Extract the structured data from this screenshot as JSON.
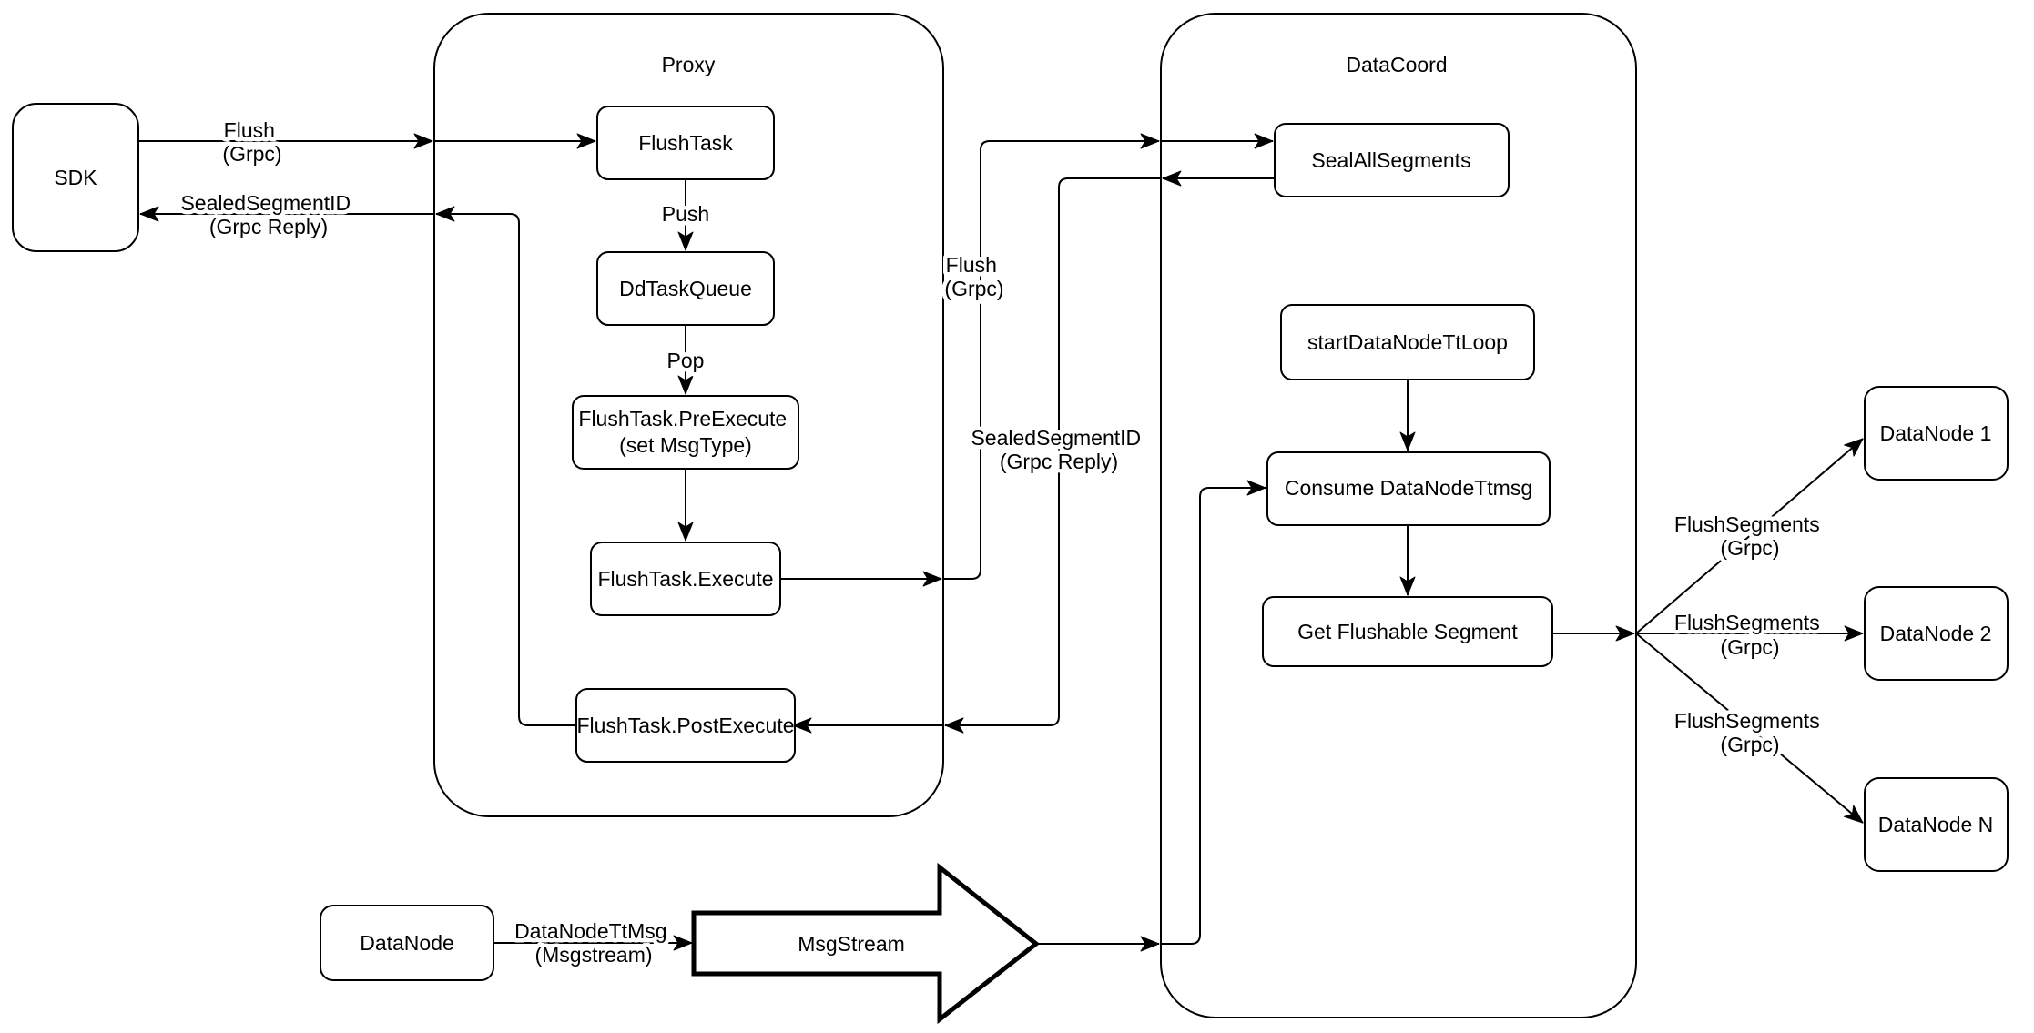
{
  "diagram": {
    "colors": {
      "stroke": "#000000",
      "background": "#ffffff",
      "text": "#000000"
    },
    "containers": {
      "proxy": {
        "title": "Proxy"
      },
      "datacoord": {
        "title": "DataCoord"
      }
    },
    "nodes": {
      "sdk": {
        "label": "SDK"
      },
      "flush_task": {
        "label": "FlushTask"
      },
      "dd_task_queue": {
        "label": "DdTaskQueue"
      },
      "flush_task_pre_execute": {
        "label_line1": "FlushTask.PreExecute",
        "label_line2": "(set MsgType)"
      },
      "flush_task_execute": {
        "label": "FlushTask.Execute"
      },
      "flush_task_post_execute": {
        "label": "FlushTask.PostExecute"
      },
      "seal_all_segments": {
        "label": "SealAllSegments"
      },
      "start_data_node_tt_loop": {
        "label": "startDataNodeTtLoop"
      },
      "consume_data_node_ttmsg": {
        "label": "Consume DataNodeTtmsg"
      },
      "get_flushable_segment": {
        "label": "Get Flushable Segment"
      },
      "datanode_1": {
        "label": "DataNode 1"
      },
      "datanode_2": {
        "label": "DataNode 2"
      },
      "datanode_n": {
        "label": "DataNode N"
      },
      "datanode_source": {
        "label": "DataNode"
      },
      "msgstream": {
        "label": "MsgStream"
      }
    },
    "edge_labels": {
      "flush_sdk_to_proxy": {
        "line1": "Flush",
        "line2": "(Grpc)"
      },
      "sealed_segment_id_to_sdk": {
        "line1": "SealedSegmentID",
        "line2": "(Grpc Reply)"
      },
      "push": {
        "line1": "Push"
      },
      "pop": {
        "line1": "Pop"
      },
      "flush_proxy_to_datacoord": {
        "line1": "Flush",
        "line2": "(Grpc)"
      },
      "sealed_segment_id_to_proxy": {
        "line1": "SealedSegmentID",
        "line2": "(Grpc Reply)"
      },
      "flush_segments_1": {
        "line1": "FlushSegments",
        "line2": "(Grpc)"
      },
      "flush_segments_2": {
        "line1": "FlushSegments",
        "line2": "(Grpc)"
      },
      "flush_segments_n": {
        "line1": "FlushSegments",
        "line2": "(Grpc)"
      },
      "data_node_tt_msg": {
        "line1": "DataNodeTtMsg",
        "line2": "(Msgstream)"
      }
    }
  }
}
